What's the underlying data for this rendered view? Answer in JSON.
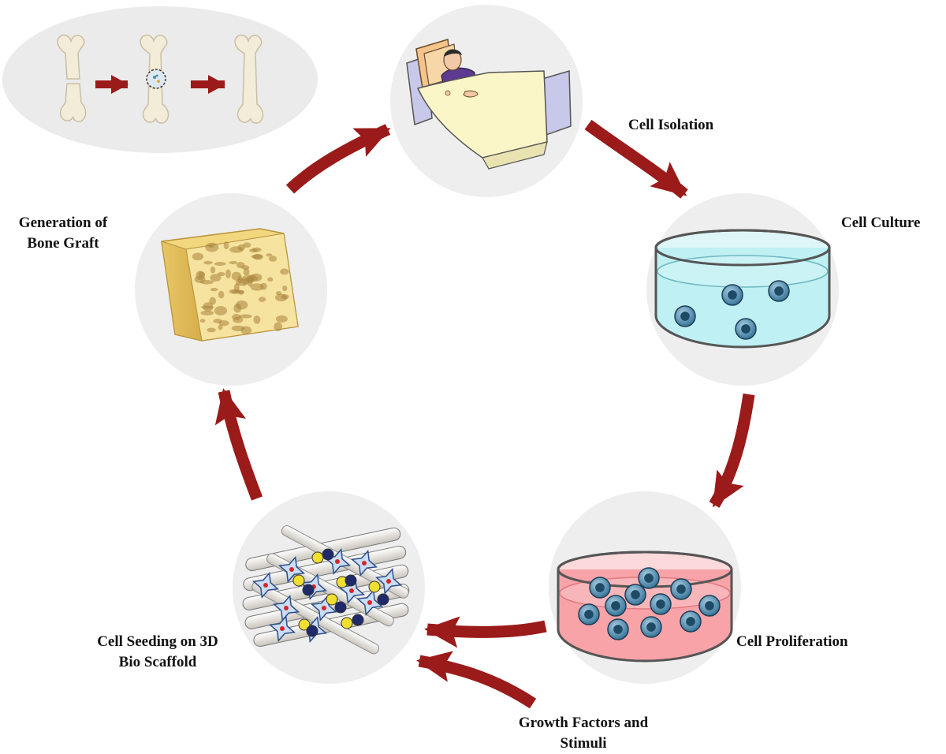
{
  "colors": {
    "arrow": "#9b1a1a",
    "circle": "#eeeeee",
    "bone": "#f3ecd9",
    "culture_medium": "#bff0f3",
    "proliferation_medium": "#f7a3a8",
    "cell": "#3d7fa3",
    "scaffold_fiber": "#f4f2ee",
    "cell_body": "#c9ddf5",
    "graft": "#f2d77e"
  },
  "icons": {
    "bone_repair": "bone-repair-icon",
    "patient": "patient-in-bed-icon",
    "culture_dish": "petri-dish-cyan-icon",
    "proliferation_dish": "petri-dish-pink-icon",
    "scaffold": "scaffold-with-cells-icon",
    "graft": "porous-bone-graft-icon"
  },
  "steps": {
    "cell_isolation": "Cell Isolation",
    "cell_culture": "Cell Culture",
    "cell_proliferation": "Cell Proliferation",
    "cell_seeding_line1": "Cell Seeding on 3D",
    "cell_seeding_line2": "Bio Scaffold",
    "generation_line1": "Generation of",
    "generation_line2": "Bone Graft",
    "growth_line1": "Growth Factors and",
    "growth_line2": "Stimuli"
  }
}
